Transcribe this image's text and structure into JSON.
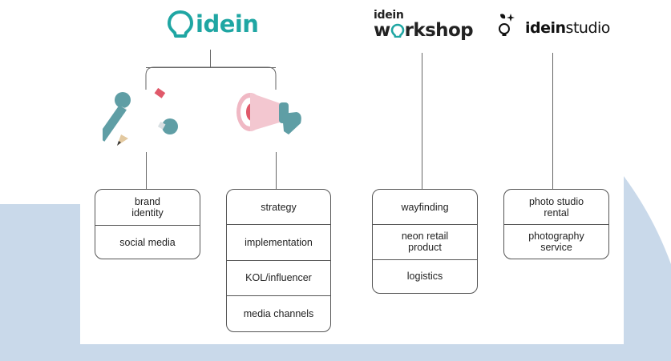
{
  "logos": {
    "idein": {
      "word": "idein"
    },
    "workshop": {
      "small": "idein",
      "big_pre": "w",
      "big_post": "rkshop"
    },
    "studio": {
      "brand": "idein",
      "sub": "studio"
    }
  },
  "boxes": {
    "brand": {
      "items": [
        "brand\nidentity",
        "social media"
      ]
    },
    "marketing": {
      "items": [
        "strategy",
        "implementation",
        "KOL/influencer",
        "media channels"
      ]
    },
    "workshop": {
      "items": [
        "wayfinding",
        "neon retail\nproduct",
        "logistics"
      ]
    },
    "studio": {
      "items": [
        "photo studio\nrental",
        "photography\nservice"
      ]
    }
  },
  "colors": {
    "brand_teal": "#1fa6a3",
    "background_shape": "#c9d9ea",
    "illustration_teal": "#5f9ea5",
    "megaphone_pink": "#f0b8c4"
  }
}
